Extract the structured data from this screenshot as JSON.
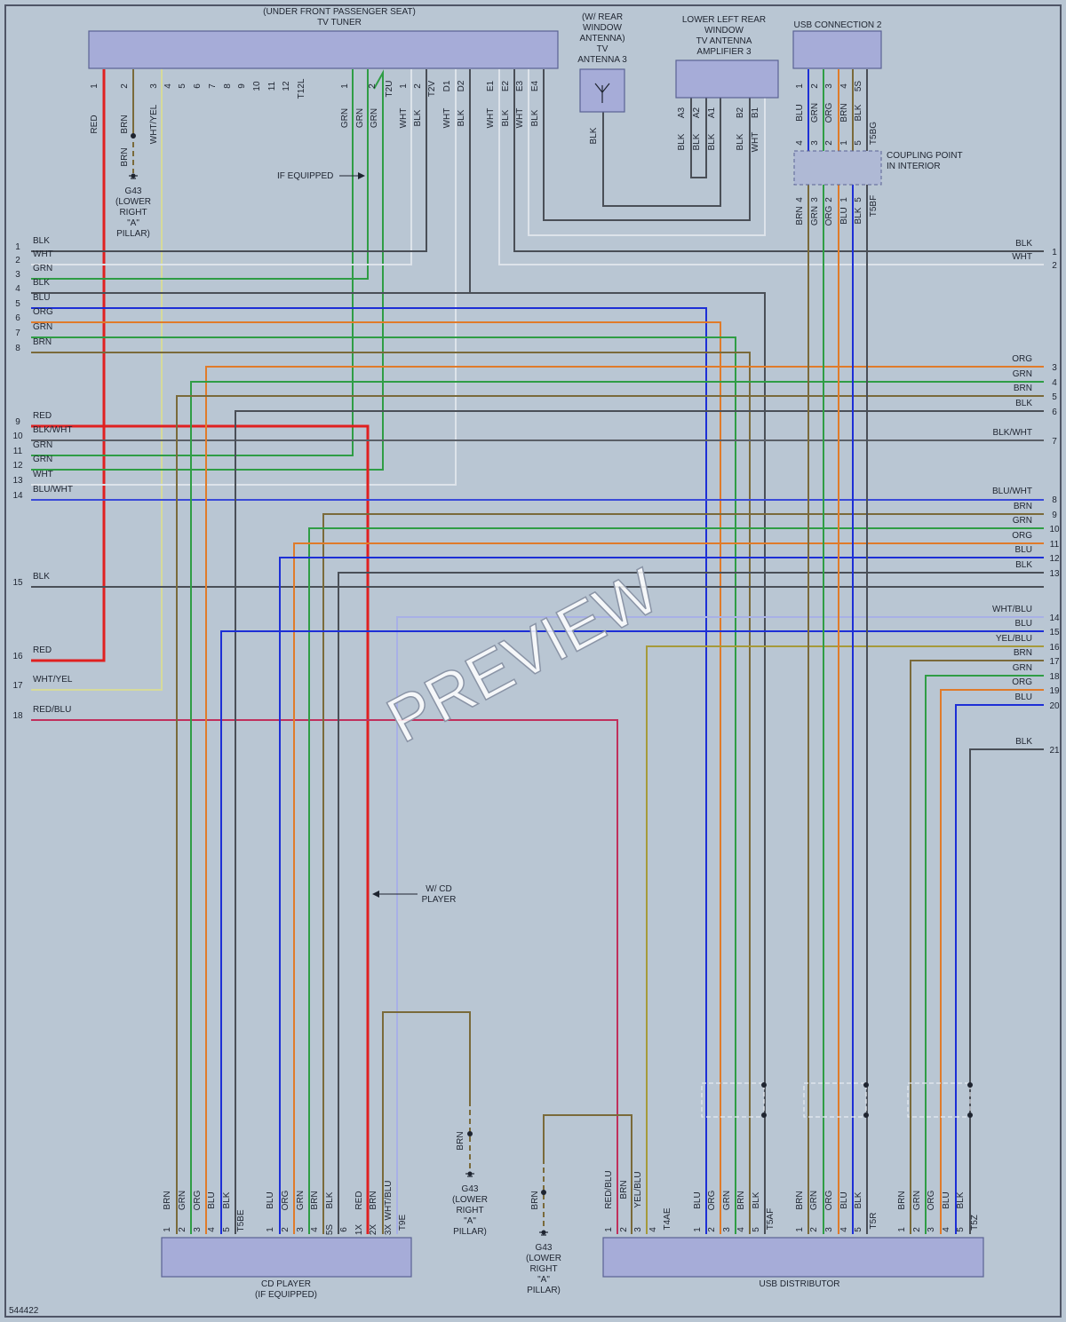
{
  "title": "",
  "doc_id": "544422",
  "watermark": "PREVIEW",
  "colors": {
    "background": "#b9c6d3",
    "RED": "#e02020",
    "BRN": "#7a6a3a",
    "GRN": "#2f9d45",
    "BLK": "#4a4f57",
    "WHT": "#dde3ea",
    "BLU": "#1d2fd6",
    "ORG": "#e07b2a",
    "YEL": "#c9b638",
    "WHT/YEL": "#d6da9a",
    "WHT/BLU": "#a8b0e6",
    "BLU/WHT": "#3a4ad8",
    "BLK/WHT": "#5a5f67",
    "RED/BLU": "#c0305c",
    "YEL/BLU": "#a69a3a"
  },
  "components": {
    "tv_tuner": "TV TUNER",
    "tv_tuner_note": "(UNDER FRONT PASSENGER SEAT)",
    "tv_antenna_3": [
      "(W/ REAR",
      "WINDOW",
      "ANTENNA)",
      "TV",
      "ANTENNA 3"
    ],
    "amplifier_3": [
      "LOWER LEFT REAR",
      "WINDOW",
      "TV ANTENNA",
      "AMPLIFIER 3"
    ],
    "usb_connection_2": "USB CONNECTION 2",
    "coupling_point": [
      "COUPLING POINT",
      "IN INTERIOR"
    ],
    "cd_player": [
      "CD PLAYER",
      "(IF EQUIPPED)"
    ],
    "usb_distributor": "USB DISTRIBUTOR",
    "ground": [
      "G43",
      "(LOWER",
      "RIGHT",
      "\"A\"",
      "PILLAR)"
    ],
    "if_equipped": "IF EQUIPPED",
    "w_cd_player": [
      "W/ CD",
      "PLAYER"
    ]
  },
  "connectors": {
    "tuner_a_pins": [
      "1",
      "2",
      "3",
      "4",
      "5",
      "6",
      "7",
      "8",
      "9",
      "10",
      "11",
      "12"
    ],
    "tuner_a_name": "T12L",
    "tuner_a_wires": [
      "RED",
      "BRN",
      "WHT/YEL"
    ],
    "tuner_b_pins": [
      "1",
      "2"
    ],
    "tuner_b_name": "T2U",
    "tuner_b_wires": [
      "GRN",
      "GRN",
      "GRN"
    ],
    "tuner_c_pins": [
      "1",
      "2"
    ],
    "tuner_c_name": "T2V",
    "tuner_c_wires": [
      "WHT",
      "BLK"
    ],
    "tuner_d_pins": [
      "D1",
      "D2"
    ],
    "tuner_d_wires": [
      "WHT",
      "BLK"
    ],
    "tuner_e_pins": [
      "E1",
      "E2",
      "E3",
      "E4"
    ],
    "tuner_e_wires": [
      "WHT",
      "BLK",
      "WHT",
      "BLK"
    ],
    "antenna_wire": "BLK",
    "amp_pins": [
      "A3",
      "A2",
      "A1",
      "B2",
      "B1"
    ],
    "amp_wires": [
      "BLK",
      "BLK",
      "BLK",
      "BLK",
      "WHT"
    ],
    "usb2_pins": [
      "1",
      "2",
      "3",
      "4",
      "5S"
    ],
    "usb2_wires": [
      "BLU",
      "GRN",
      "ORG",
      "BRN",
      "BLK"
    ],
    "coup_top_pins": [
      "4",
      "3",
      "2",
      "1",
      "5"
    ],
    "coup_top_name": "T5BG",
    "coup_bot_pins": [
      "4",
      "3",
      "2",
      "1",
      "5"
    ],
    "coup_bot_name": "T5BF",
    "coup_bot_wires": [
      "BRN",
      "GRN",
      "ORG",
      "BLU",
      "BLK"
    ],
    "cd_a_pins": [
      "1",
      "2",
      "3",
      "4",
      "5"
    ],
    "cd_a_name": "T5BE",
    "cd_a_wires": [
      "BRN",
      "GRN",
      "ORG",
      "BLU",
      "BLK"
    ],
    "cd_b_pins": [
      "1",
      "2",
      "3",
      "4",
      "5S",
      "6"
    ],
    "cd_b_wires": [
      "BLU",
      "ORG",
      "GRN",
      "BRN",
      "BLK"
    ],
    "cd_c_pins": [
      "1X",
      "2X",
      "3X"
    ],
    "cd_c_name": "T9E",
    "cd_c_wires": [
      "RED",
      "BRN",
      "WHT/BLU"
    ],
    "ud_a_pins": [
      "1",
      "2",
      "3",
      "4"
    ],
    "ud_a_name": "T4AE",
    "ud_a_wires": [
      "RED/BLU",
      "BRN",
      "YEL/BLU"
    ],
    "ud_b_pins": [
      "1",
      "2",
      "3",
      "4",
      "5"
    ],
    "ud_b_name": "T5AF",
    "ud_b_wires": [
      "BLU",
      "ORG",
      "GRN",
      "BRN",
      "BLK"
    ],
    "ud_c_pins": [
      "1",
      "2",
      "3",
      "4",
      "5"
    ],
    "ud_c_name": "T5R",
    "ud_c_wires": [
      "BRN",
      "GRN",
      "ORG",
      "BLU",
      "BLK"
    ],
    "ud_d_pins": [
      "1",
      "2",
      "3",
      "4",
      "5"
    ],
    "ud_d_name": "T5Z",
    "ud_d_wires": [
      "BRN",
      "GRN",
      "ORG",
      "BLU",
      "BLK"
    ],
    "ground_wire": "BRN"
  },
  "left_wires": [
    {
      "num": "1",
      "label": "BLK"
    },
    {
      "num": "2",
      "label": "WHT"
    },
    {
      "num": "3",
      "label": "GRN"
    },
    {
      "num": "4",
      "label": "BLK"
    },
    {
      "num": "5",
      "label": "BLU"
    },
    {
      "num": "6",
      "label": "ORG"
    },
    {
      "num": "7",
      "label": "GRN"
    },
    {
      "num": "8",
      "label": "BRN"
    },
    {
      "num": "9",
      "label": "RED"
    },
    {
      "num": "10",
      "label": "BLK/WHT"
    },
    {
      "num": "11",
      "label": "GRN"
    },
    {
      "num": "12",
      "label": "GRN"
    },
    {
      "num": "13",
      "label": "WHT"
    },
    {
      "num": "14",
      "label": "BLU/WHT"
    },
    {
      "num": "15",
      "label": "BLK"
    },
    {
      "num": "16",
      "label": "RED"
    },
    {
      "num": "17",
      "label": "WHT/YEL"
    },
    {
      "num": "18",
      "label": "RED/BLU"
    }
  ],
  "right_wires": [
    {
      "num": "1",
      "label": "BLK"
    },
    {
      "num": "2",
      "label": "WHT"
    },
    {
      "num": "3",
      "label": "ORG"
    },
    {
      "num": "4",
      "label": "GRN"
    },
    {
      "num": "5",
      "label": "BRN"
    },
    {
      "num": "6",
      "label": "BLK"
    },
    {
      "num": "7",
      "label": "BLK/WHT"
    },
    {
      "num": "8",
      "label": "BLU/WHT"
    },
    {
      "num": "9",
      "label": "BRN"
    },
    {
      "num": "10",
      "label": "GRN"
    },
    {
      "num": "11",
      "label": "ORG"
    },
    {
      "num": "12",
      "label": "BLU"
    },
    {
      "num": "13",
      "label": "BLK"
    },
    {
      "num": "14",
      "label": "WHT/BLU"
    },
    {
      "num": "15",
      "label": "BLU"
    },
    {
      "num": "16",
      "label": "YEL/BLU"
    },
    {
      "num": "17",
      "label": "BRN"
    },
    {
      "num": "18",
      "label": "GRN"
    },
    {
      "num": "19",
      "label": "ORG"
    },
    {
      "num": "20",
      "label": "BLU"
    },
    {
      "num": "21",
      "label": "BLK"
    }
  ]
}
